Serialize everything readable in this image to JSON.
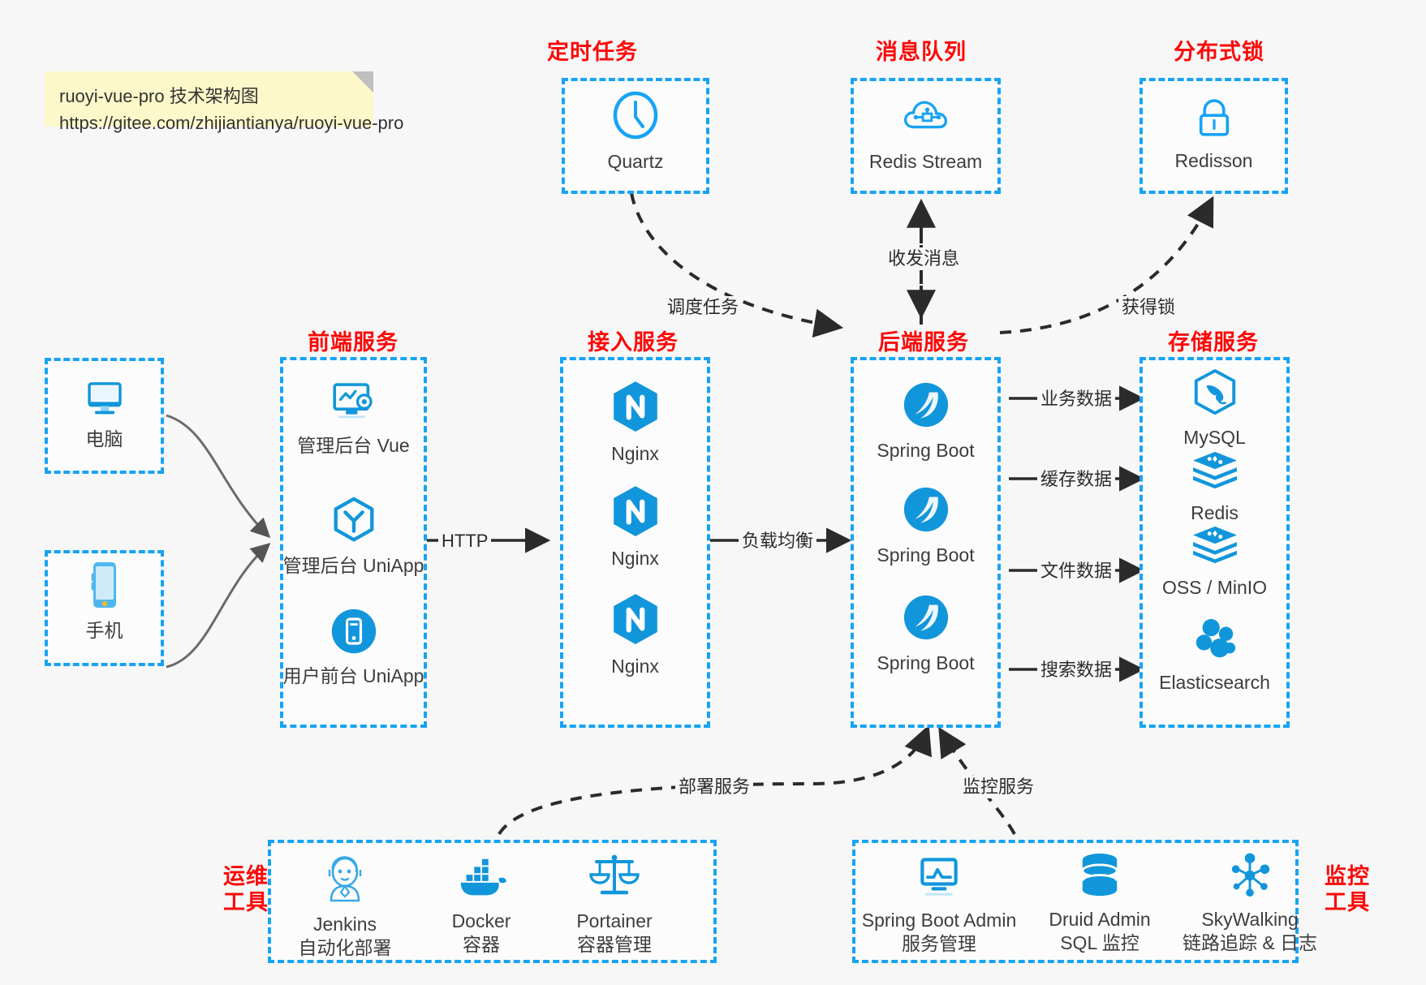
{
  "note": {
    "line1": "ruoyi-vue-pro 技术架构图",
    "line2": "https://gitee.com/zhijiantianya/ruoyi-vue-pro"
  },
  "colors": {
    "accent_blue": "#17a3f5",
    "icon_blue": "#1296db",
    "title_red": "#fc0808",
    "background": "#f7f7f7",
    "note_yellow": "#fcf8c9",
    "arrow_dark": "#2b2b2b"
  },
  "groups": {
    "scheduled_task": {
      "title": "定时任务",
      "items": [
        {
          "label": "Quartz",
          "icon": "clock-icon"
        }
      ]
    },
    "message_queue": {
      "title": "消息队列",
      "items": [
        {
          "label": "Redis Stream",
          "icon": "cloud-stream-icon"
        }
      ]
    },
    "distributed_lock": {
      "title": "分布式锁",
      "items": [
        {
          "label": "Redisson",
          "icon": "lock-icon"
        }
      ]
    },
    "clients": {
      "items": [
        {
          "label": "电脑",
          "icon": "desktop-icon"
        },
        {
          "label": "手机",
          "icon": "mobile-icon"
        }
      ]
    },
    "frontend": {
      "title": "前端服务",
      "items": [
        {
          "label": "管理后台 Vue",
          "icon": "monitor-gear-icon"
        },
        {
          "label": "管理后台 UniApp",
          "icon": "hexagon-y-icon"
        },
        {
          "label": "用户前台 UniApp",
          "icon": "mobile-circle-icon"
        }
      ]
    },
    "gateway": {
      "title": "接入服务",
      "items": [
        {
          "label": "Nginx",
          "icon": "nginx-icon"
        },
        {
          "label": "Nginx",
          "icon": "nginx-icon"
        },
        {
          "label": "Nginx",
          "icon": "nginx-icon"
        }
      ]
    },
    "backend": {
      "title": "后端服务",
      "items": [
        {
          "label": "Spring Boot",
          "icon": "spring-boot-icon"
        },
        {
          "label": "Spring Boot",
          "icon": "spring-boot-icon"
        },
        {
          "label": "Spring Boot",
          "icon": "spring-boot-icon"
        }
      ]
    },
    "storage": {
      "title": "存储服务",
      "items": [
        {
          "label": "MySQL",
          "icon": "mysql-icon"
        },
        {
          "label": "Redis",
          "icon": "redis-icon"
        },
        {
          "label": "OSS / MinIO",
          "icon": "oss-minio-icon"
        },
        {
          "label": "Elasticsearch",
          "icon": "elasticsearch-icon"
        }
      ]
    },
    "devops": {
      "title_line1": "运维",
      "title_line2": "工具",
      "items": [
        {
          "label": "Jenkins",
          "sub": "自动化部署",
          "icon": "jenkins-icon"
        },
        {
          "label": "Docker",
          "sub": "容器",
          "icon": "docker-icon"
        },
        {
          "label": "Portainer",
          "sub": "容器管理",
          "icon": "scales-icon"
        }
      ]
    },
    "monitoring": {
      "title_line1": "监控",
      "title_line2": "工具",
      "items": [
        {
          "label": "Spring Boot Admin",
          "sub": "服务管理",
          "icon": "monitor-chart-icon"
        },
        {
          "label": "Druid Admin",
          "sub": "SQL 监控",
          "icon": "database-icon"
        },
        {
          "label": "SkyWalking",
          "sub": "链路追踪 & 日志",
          "icon": "skywalking-icon"
        }
      ]
    }
  },
  "edges": {
    "http": "HTTP",
    "load_balance": "负载均衡",
    "schedule_task": "调度任务",
    "send_receive_message": "收发消息",
    "acquire_lock": "获得锁",
    "business_data": "业务数据",
    "cache_data": "缓存数据",
    "file_data": "文件数据",
    "search_data": "搜索数据",
    "deploy_service": "部署服务",
    "monitor_service": "监控服务"
  }
}
